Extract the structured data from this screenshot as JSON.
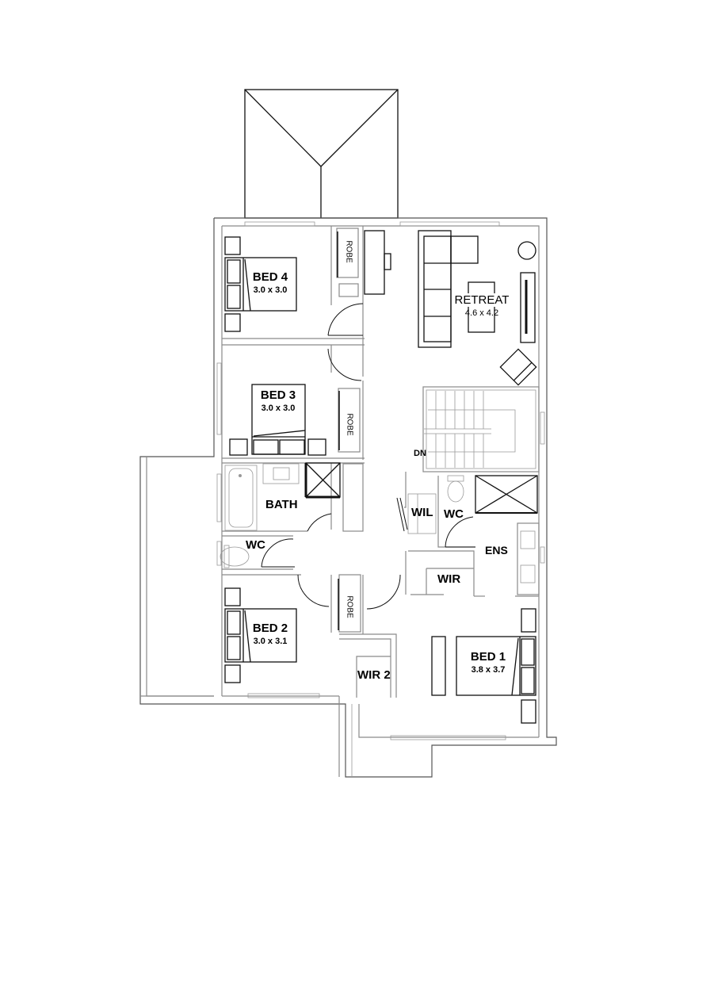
{
  "floor_plan": {
    "rooms": [
      {
        "id": "bed4",
        "name": "BED 4",
        "dimensions": "3.0 x 3.0"
      },
      {
        "id": "bed3",
        "name": "BED 3",
        "dimensions": "3.0 x 3.0"
      },
      {
        "id": "bed2",
        "name": "BED 2",
        "dimensions": "3.0 x 3.1"
      },
      {
        "id": "bed1",
        "name": "BED 1",
        "dimensions": "3.8 x 3.7"
      },
      {
        "id": "retreat",
        "name": "RETREAT",
        "dimensions": "4.6 x 4.2"
      },
      {
        "id": "bath",
        "name": "BATH"
      },
      {
        "id": "wc_main",
        "name": "WC"
      },
      {
        "id": "wc_ens",
        "name": "WC"
      },
      {
        "id": "ens",
        "name": "ENS"
      },
      {
        "id": "wil",
        "name": "WIL"
      },
      {
        "id": "wir",
        "name": "WIR"
      },
      {
        "id": "wir2",
        "name": "WIR 2"
      },
      {
        "id": "robe_bed4",
        "name": "ROBE"
      },
      {
        "id": "robe_bed3",
        "name": "ROBE"
      },
      {
        "id": "robe_bed2",
        "name": "ROBE"
      }
    ],
    "stairs": {
      "label": "DN"
    }
  },
  "labels": {
    "bed4_name": "BED 4",
    "bed4_dim": "3.0 x 3.0",
    "bed3_name": "BED 3",
    "bed3_dim": "3.0 x 3.0",
    "bed2_name": "BED 2",
    "bed2_dim": "3.0 x 3.1",
    "bed1_name": "BED 1",
    "bed1_dim": "3.8 x 3.7",
    "retreat_name": "RETREAT",
    "retreat_dim": "4.6 x 4.2",
    "bath": "BATH",
    "wc_main": "WC",
    "wc_ens": "WC",
    "ens": "ENS",
    "wil": "WIL",
    "wir": "WIR",
    "wir2": "WIR 2",
    "robe": "ROBE",
    "stairs_dn": "DN"
  }
}
